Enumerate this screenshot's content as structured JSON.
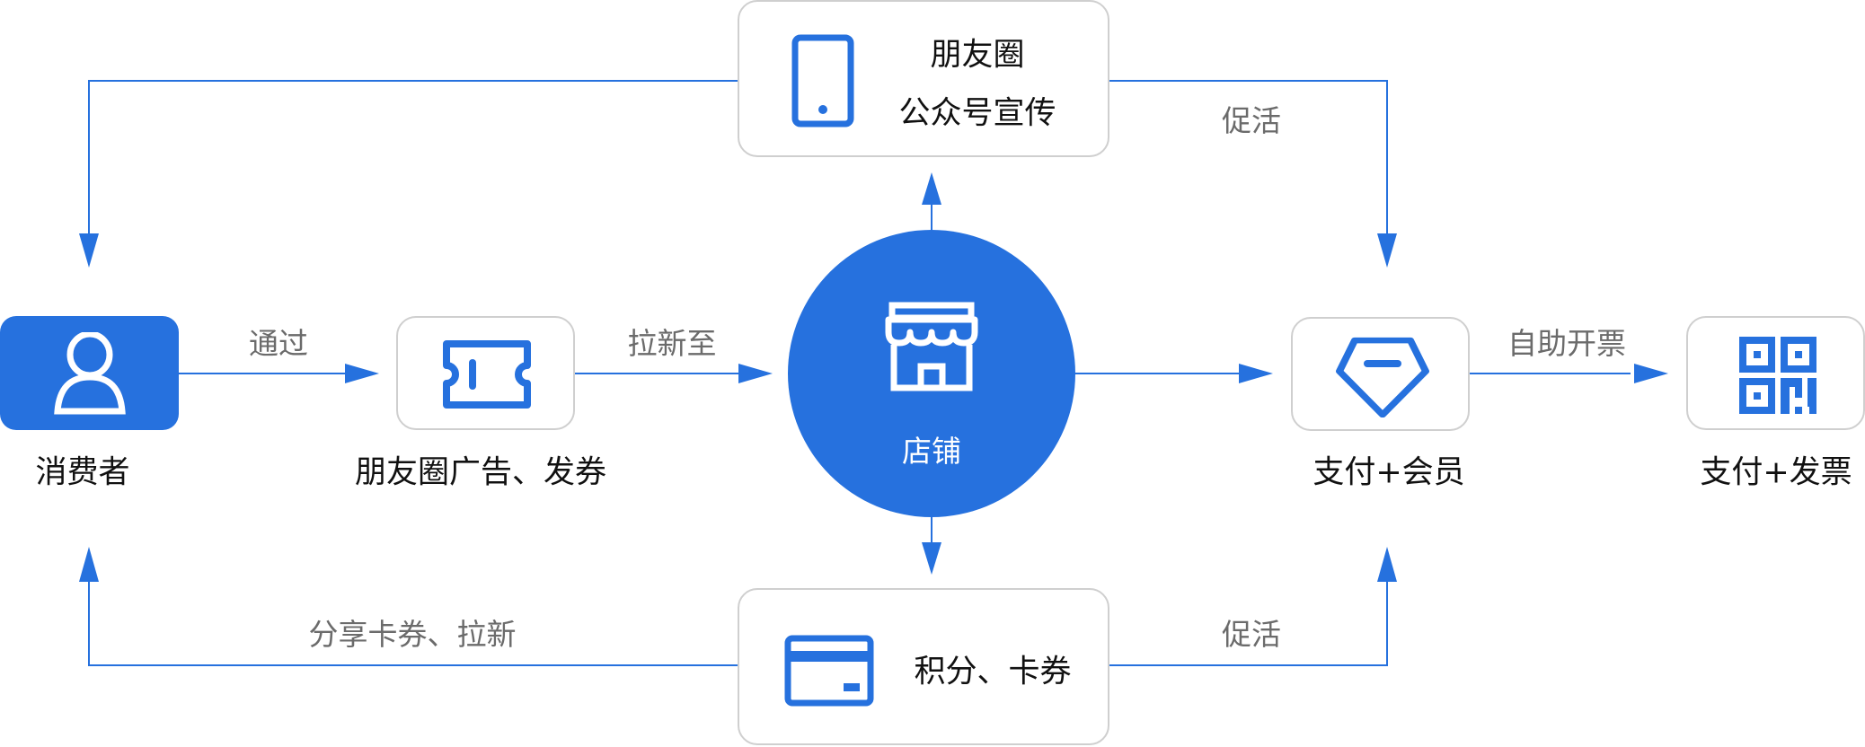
{
  "colors": {
    "accent": "#2671de",
    "border": "#cfcfcf",
    "edge_label": "#6b6b6b"
  },
  "nodes": {
    "consumer": {
      "label": "消费者",
      "icon": "user-icon"
    },
    "ads": {
      "label": "朋友圈广告、发券",
      "icon": "ticket-icon"
    },
    "store": {
      "label": "店铺",
      "icon": "store-icon"
    },
    "promo": {
      "line1": "朋友圈",
      "line2": "公众号宣传",
      "icon": "phone-icon"
    },
    "points": {
      "label": "积分、卡券",
      "icon": "card-icon"
    },
    "member": {
      "label": "支付+会员",
      "icon": "diamond-icon"
    },
    "invoice": {
      "label": "支付+发票",
      "icon": "qrcode-icon"
    }
  },
  "edges": {
    "via": "通过",
    "attract": "拉新至",
    "activate_top": "促活",
    "self_invoice": "自助开票",
    "share": "分享卡券、拉新",
    "activate_bottom": "促活"
  }
}
